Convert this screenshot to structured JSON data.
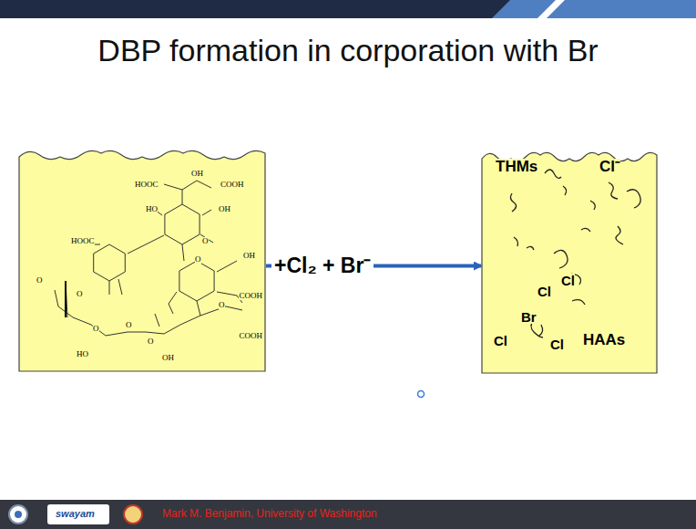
{
  "diagram": {
    "title": "DBP formation in corporation with Br",
    "nodes": [
      {
        "text": [
          "OH",
          "HOOC",
          "COOH",
          "HO",
          "OH",
          "HOOC",
          "O",
          "OH",
          "O",
          "O",
          "COOH",
          "O",
          "O",
          "O",
          "COOH",
          "O",
          "HO",
          "OH",
          "O"
        ]
      },
      {
        "text": [
          "THMs",
          "Cl⁻",
          "Cl",
          "Cl",
          "Br",
          "Cl",
          "Cl",
          "HAAs"
        ]
      }
    ],
    "edges": [
      {
        "from": 0,
        "to": 1,
        "arrow": "to",
        "label": "+Cl₂ + Br⁻"
      }
    ],
    "labels": [
      "swayam",
      "Mark M. Benjamin, University of Washington"
    ]
  }
}
